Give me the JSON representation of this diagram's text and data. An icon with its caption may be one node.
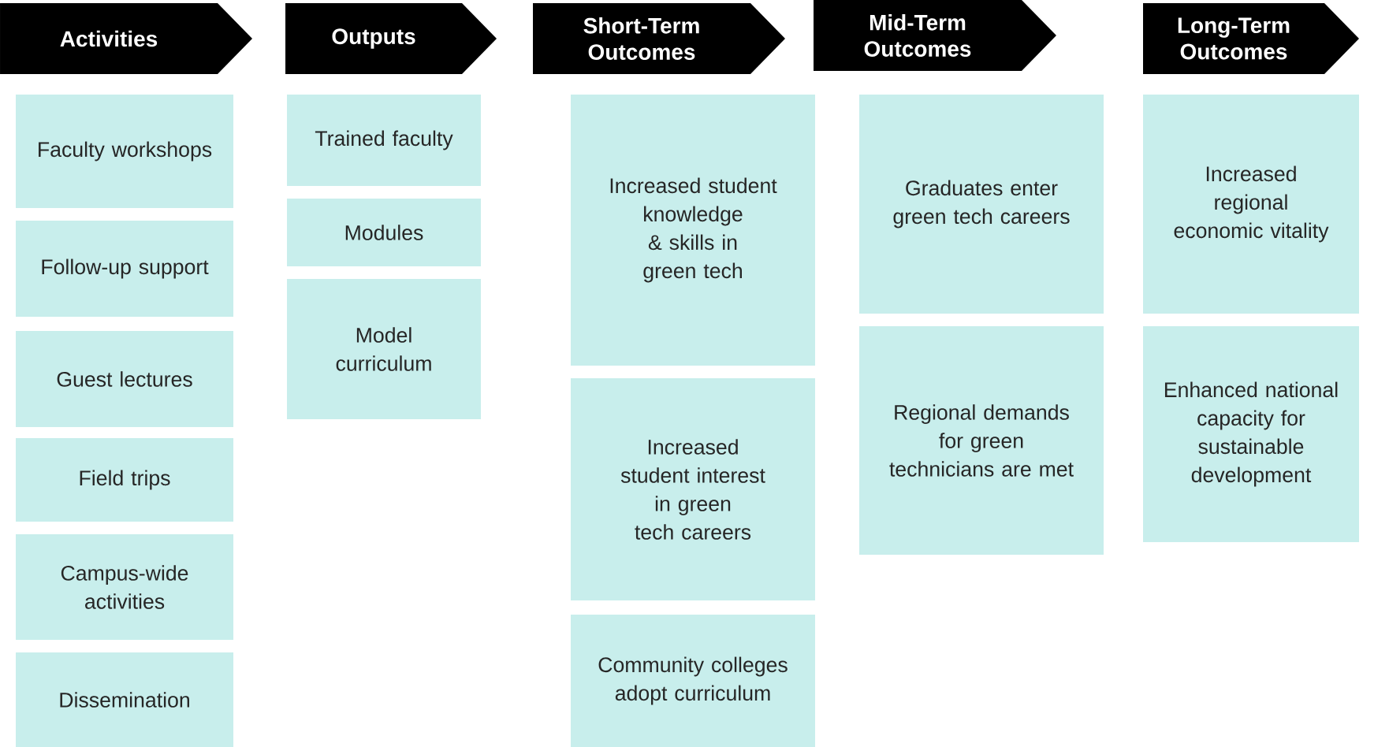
{
  "diagram": {
    "nodes": [
      {
        "text": [
          "Activities"
        ]
      },
      {
        "text": [
          "Faculty workshops"
        ]
      },
      {
        "text": [
          "Follow-up support"
        ]
      },
      {
        "text": [
          "Guest lectures"
        ]
      },
      {
        "text": [
          "Field trips"
        ]
      },
      {
        "text": [
          "Campus-wide activities"
        ]
      },
      {
        "text": [
          "Dissemination"
        ]
      },
      {
        "text": [
          "Outputs"
        ]
      },
      {
        "text": [
          "Trained faculty"
        ]
      },
      {
        "text": [
          "Modules"
        ]
      },
      {
        "text": [
          "Model curriculum"
        ]
      },
      {
        "text": [
          "Short-Term Outcomes"
        ]
      },
      {
        "text": [
          "Increased student knowledge & skills in green tech"
        ]
      },
      {
        "text": [
          "Increased student interest in green tech careers"
        ]
      },
      {
        "text": [
          "Community colleges adopt curriculum"
        ]
      },
      {
        "text": [
          "Mid-Term Outcomes"
        ]
      },
      {
        "text": [
          "Graduates enter green tech careers"
        ]
      },
      {
        "text": [
          "Regional demands for green technicians are met"
        ]
      },
      {
        "text": [
          "Long-Term Outcomes"
        ]
      },
      {
        "text": [
          "Increased regional economic vitality"
        ]
      },
      {
        "text": [
          "Enhanced national capacity for sustainable development"
        ]
      }
    ]
  }
}
